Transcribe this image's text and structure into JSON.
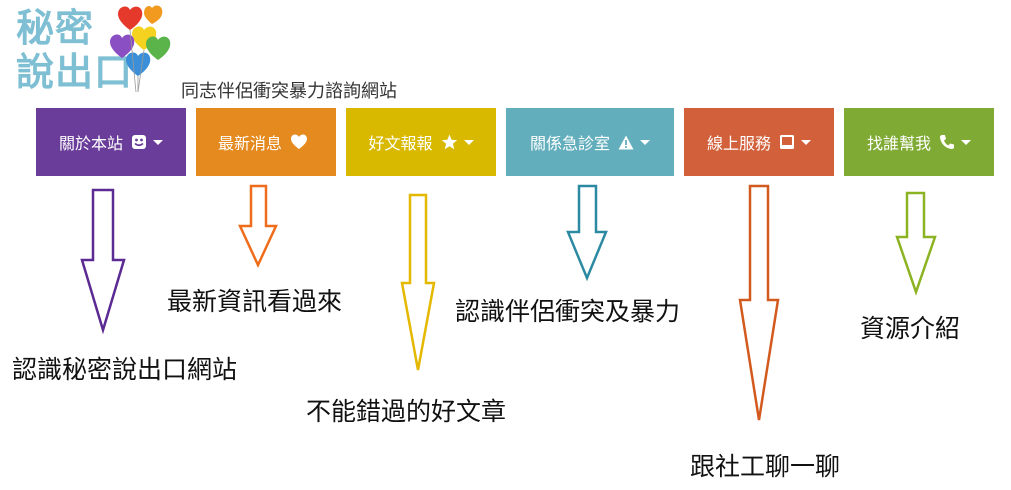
{
  "logo": {
    "line1": "秘密",
    "line2": "說出口"
  },
  "tagline": "同志伴侶衝突暴力諮詢網站",
  "nav": [
    {
      "label": "關於本站",
      "icon": "smiley-face-icon",
      "color": "#6a3d9a"
    },
    {
      "label": "最新消息",
      "icon": "heart-icon",
      "color": "#e48a1f"
    },
    {
      "label": "好文報報",
      "icon": "star-icon",
      "color": "#d8b900"
    },
    {
      "label": "關係急診室",
      "icon": "warning-icon",
      "color": "#62aebc"
    },
    {
      "label": "線上服務",
      "icon": "chat-window-icon",
      "color": "#d2603a"
    },
    {
      "label": "找誰幫我",
      "icon": "phone-icon",
      "color": "#7faa34"
    }
  ],
  "annotations": [
    {
      "text": "認識秘密說出口網站",
      "color": "#5b2a93"
    },
    {
      "text": "最新資訊看過來",
      "color": "#ef6c1a"
    },
    {
      "text": "不能錯過的好文章",
      "color": "#e5b800"
    },
    {
      "text": "認識伴侶衝突及暴力",
      "color": "#2b8aa1"
    },
    {
      "text": "跟社工聊一聊",
      "color": "#d35a1e"
    },
    {
      "text": "資源介紹",
      "color": "#8cb321"
    }
  ]
}
